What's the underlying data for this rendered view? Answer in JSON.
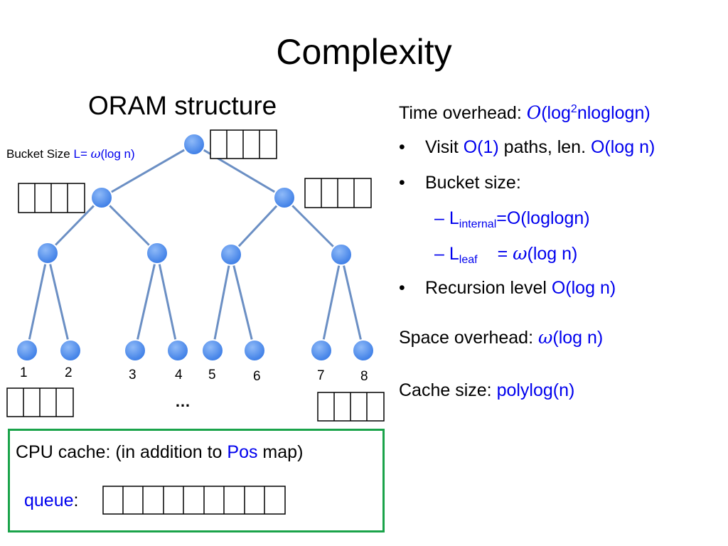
{
  "slide": {
    "title": "Complexity"
  },
  "diagram": {
    "subtitle": "ORAM structure",
    "bucket_size": {
      "prefix": "Bucket Size ",
      "formula_start": "L= ",
      "omega": "ω",
      "formula_end": "(log n)"
    },
    "leaf_labels": [
      "1",
      "2",
      "3",
      "4",
      "5",
      "6",
      "7",
      "8"
    ],
    "ellipsis": "…",
    "node_color": "#4f8ff0",
    "edge_color": "#6b8fc4"
  },
  "right_panel": {
    "time_overhead": {
      "label": "Time overhead: ",
      "O": "O",
      "formula_a": "(log",
      "sup": "2",
      "formula_b": "nloglogn)"
    },
    "bullets": {
      "visit": {
        "text_a": "Visit ",
        "value_a": "O(1)",
        "text_b": " paths, len. ",
        "value_b": "O(log n)"
      },
      "bucket": {
        "text": "Bucket size:"
      },
      "internal": {
        "dash": "–",
        "L": "L",
        "sub": "internal",
        "formula": "=O(loglogn)"
      },
      "leaf": {
        "dash": "–",
        "L": "L",
        "sub": "leaf",
        "eq": "= ",
        "omega": "ω",
        "formula": "(log n)"
      },
      "recursion": {
        "text": "Recursion level ",
        "value": "O(log n)"
      }
    },
    "space_overhead": {
      "label": "Space overhead: ",
      "omega": "ω",
      "formula": "(log n)"
    },
    "cache_size": {
      "label": "Cache size: ",
      "value": "polylog(n)"
    }
  },
  "cpu_cache": {
    "text_a": "CPU cache: (in addition to ",
    "pos": "Pos",
    "text_b": " map)",
    "queue_label": "queue",
    "colon": ":",
    "border_color": "#1aa34a"
  }
}
